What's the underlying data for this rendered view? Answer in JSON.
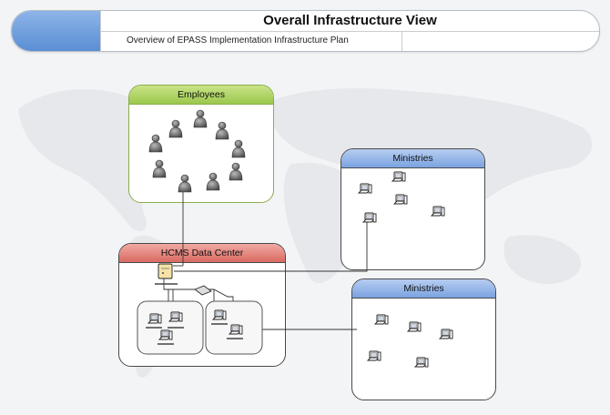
{
  "header": {
    "title": "Overall Infrastructure View",
    "subtitle": "Overview of EPASS Implementation Infrastructure Plan"
  },
  "groups": {
    "employees": "Employees",
    "ministries_top": "Ministries",
    "data_center": "HCMS Data Center",
    "ministries_bottom": "Ministries"
  },
  "colors": {
    "header_tab": "#6b9be0",
    "employees_header": "#b2d66a",
    "ministries_header": "#9dbdf0",
    "data_center_header": "#e98c85"
  },
  "icons": [
    "person-icon",
    "computer-icon",
    "server-icon",
    "switch-icon"
  ]
}
